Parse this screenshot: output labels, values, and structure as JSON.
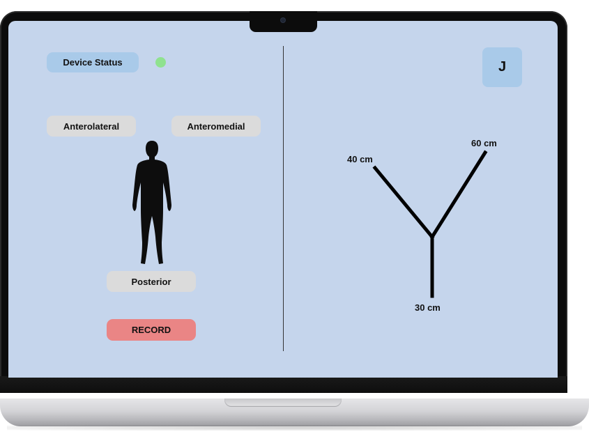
{
  "header": {
    "device_status_label": "Device Status",
    "status_color": "#8fe28f",
    "avatar_initial": "J"
  },
  "directions": {
    "anterolateral": "Anterolateral",
    "anteromedial": "Anteromedial",
    "posterior": "Posterior"
  },
  "actions": {
    "record_label": "RECORD",
    "record_color": "#ea8585"
  },
  "y_balance": {
    "anterolateral_value": "40 cm",
    "anteromedial_value": "60 cm",
    "posterior_value": "30 cm"
  },
  "icons": {
    "figure": "human-silhouette-icon",
    "camera": "camera-dot"
  }
}
